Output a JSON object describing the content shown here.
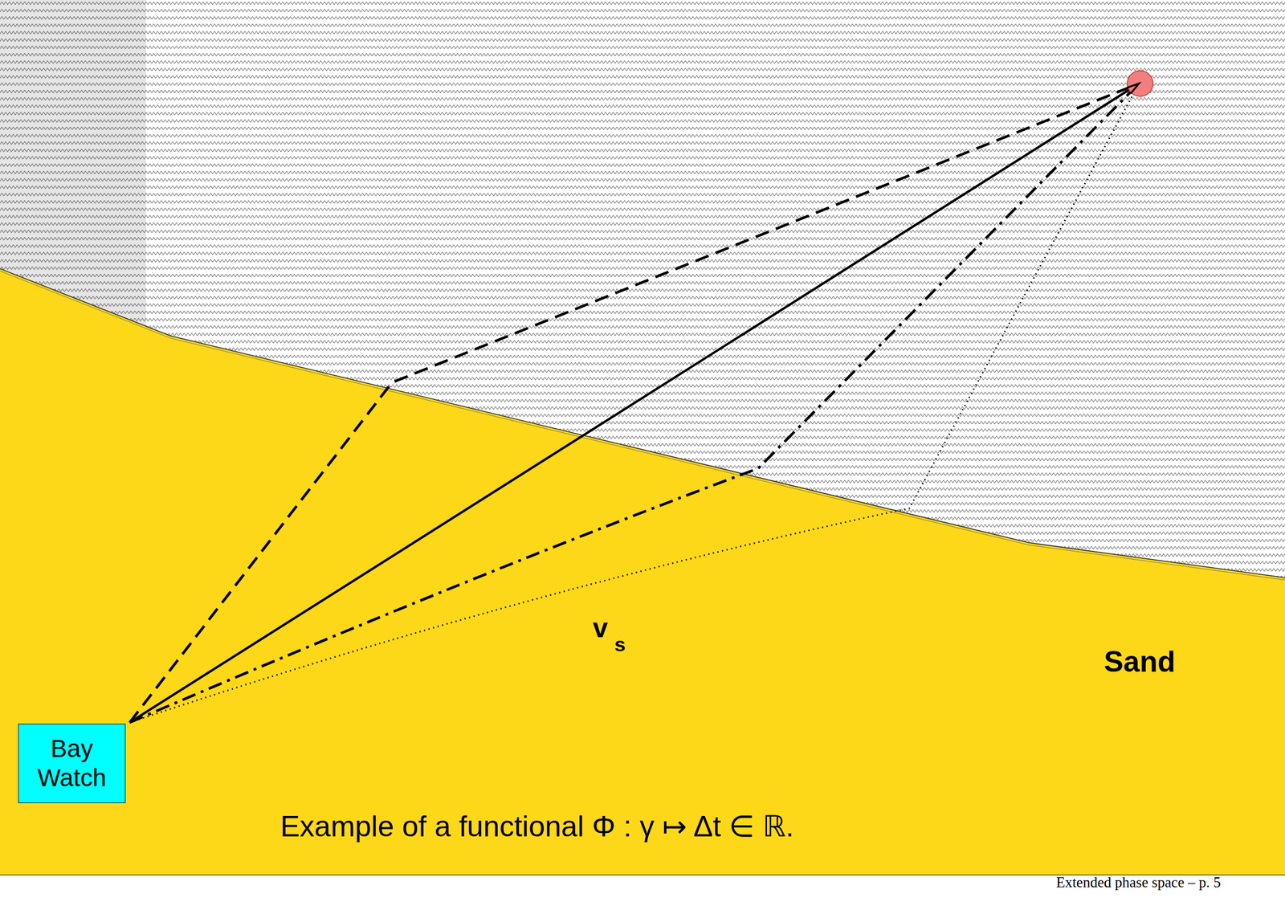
{
  "diagram": {
    "caption": "Example of a functional Φ : γ ↦ Δt ∈ ℝ.",
    "nodes": [
      {
        "text": [
          "Bay Watch"
        ]
      }
    ],
    "labels": [
      "v",
      "s",
      "Sand",
      "Extended phase space – p. 5"
    ]
  }
}
